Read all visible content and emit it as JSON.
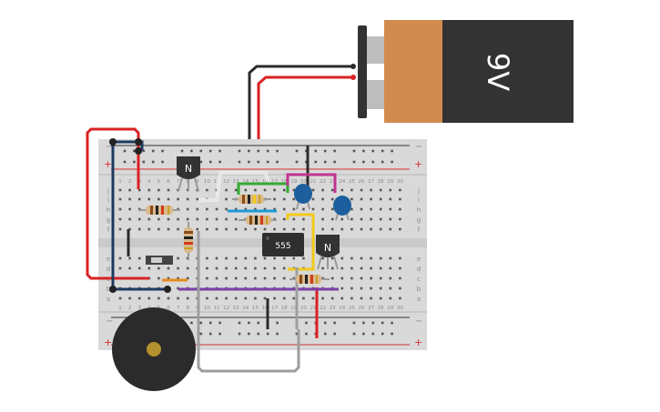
{
  "battery": {
    "label": "9V",
    "colors": {
      "copper": "#d28b4e",
      "body": "#333333",
      "terminal": "#bdbdbd"
    }
  },
  "breadboard": {
    "columns": 30,
    "column_labels_shown": [
      "1",
      "2",
      "3",
      "4",
      "5",
      "6",
      "7",
      "8",
      "9",
      "10",
      "11",
      "12",
      "13",
      "14",
      "15",
      "16",
      "17",
      "18",
      "19",
      "20",
      "21",
      "22",
      "23",
      "24",
      "25",
      "26",
      "27",
      "28",
      "29",
      "30"
    ],
    "row_labels_top": [
      "j",
      "i",
      "h",
      "g",
      "f"
    ],
    "row_labels_bottom": [
      "e",
      "d",
      "c",
      "b",
      "a"
    ],
    "rail_minus": "−",
    "rail_plus": "+",
    "colors": {
      "board": "#d9d9d9",
      "hole": "#555555",
      "rail_red": "#d32f2f",
      "rail_black": "#333333"
    }
  },
  "components": {
    "ic": {
      "label": "555"
    },
    "transistor_1": {
      "label": "N"
    },
    "transistor_2": {
      "label": "N"
    }
  },
  "wire_colors": {
    "red": "#d92222",
    "black": "#2b2b2b",
    "white": "#ffffff",
    "green": "#33aa33",
    "magenta": "#c2338f",
    "yellow": "#f2c91a",
    "blue": "#1f9ad6",
    "orange": "#e88a1c",
    "purple": "#7b3fa6",
    "gray": "#9e9e9e",
    "navy": "#1e3a5f"
  }
}
